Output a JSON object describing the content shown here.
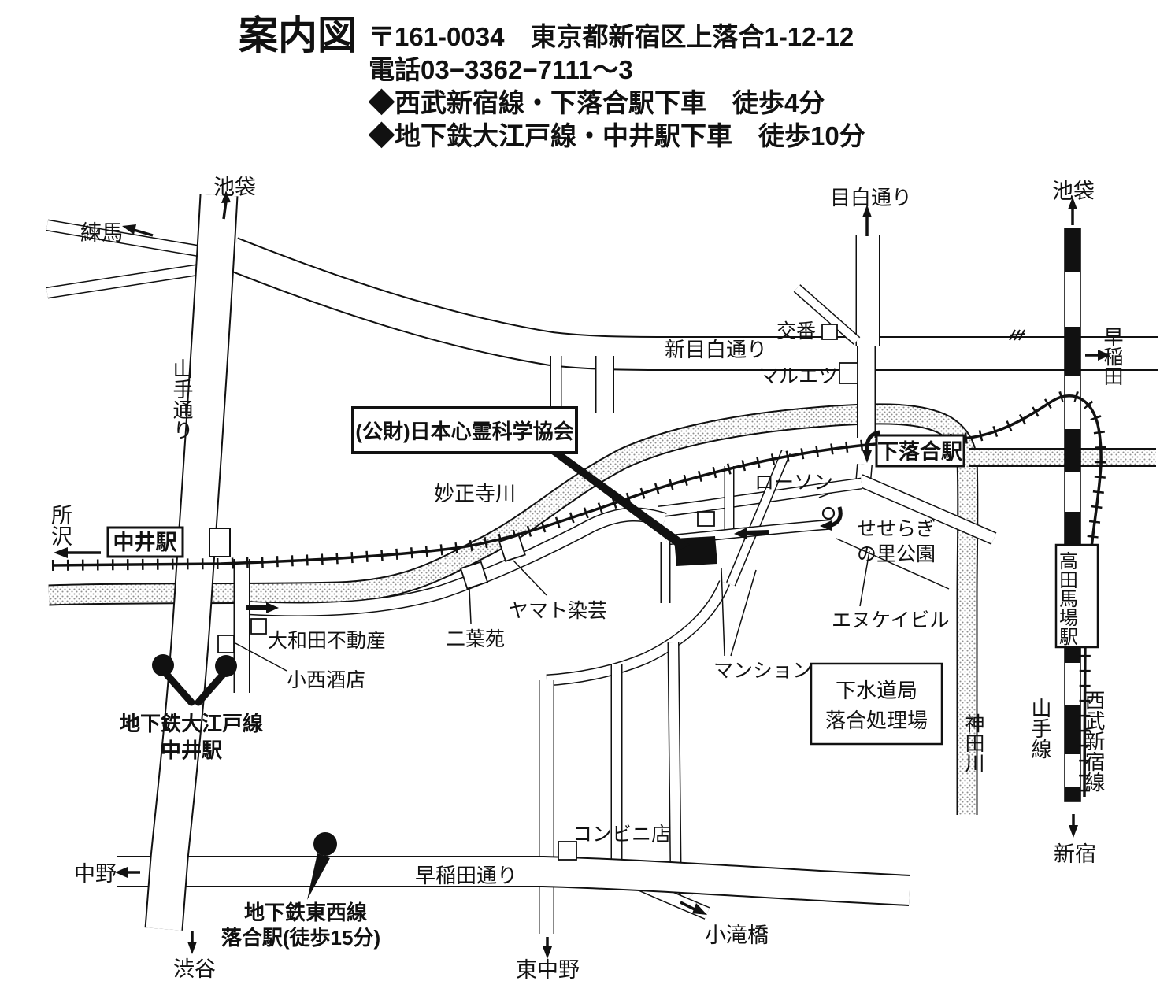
{
  "header": {
    "title": "案内図",
    "address": "〒161-0034　東京都新宿区上落合1-12-12",
    "phone": "電話03−3362−7111〜3",
    "access_seibu": "◆西武新宿線・下落合駅下車　徒歩4分",
    "access_oedo": "◆地下鉄大江戸線・中井駅下車　徒歩10分"
  },
  "map": {
    "destination_label": "(公財)日本心霊科学協会",
    "stations": {
      "nakai": "中井駅",
      "shimo_ochiai": "下落合駅",
      "takadanobaba": "高田馬場駅"
    },
    "subway": {
      "oedo_line1": "地下鉄大江戸線",
      "oedo_line2": "中井駅",
      "tozai_line1": "地下鉄東西線",
      "tozai_line2": "落合駅(徒歩15分)"
    },
    "roads": {
      "yamate": "山手通り",
      "mejiro": "目白通り",
      "shin_mejiro": "新目白通り",
      "waseda": "早稲田通り"
    },
    "rail_lines": {
      "yamanote": "山手線",
      "seibu_shinjuku": "西武新宿線"
    },
    "rivers": {
      "myoshoji": "妙正寺川",
      "kanda": "神田川"
    },
    "directions": {
      "ikebukuro_west": "池袋",
      "nerima": "練馬",
      "tokorozawa": "所沢",
      "nakano": "中野",
      "shibuya": "渋谷",
      "higashi_nakano": "東中野",
      "kotakibashi": "小滝橋",
      "ikebukuro_east": "池袋",
      "waseda": "早稲田",
      "shinjuku": "新宿"
    },
    "landmarks": {
      "koban": "交番",
      "maruetsu": "マルエツ",
      "lawson": "ローソン",
      "seseragi1": "せせらぎ",
      "seseragi2": "の里公園",
      "nk_building": "エヌケイビル",
      "mansion": "マンション",
      "sewage1": "下水道局",
      "sewage2": "落合処理場",
      "owada": "大和田不動産",
      "konishi": "小西酒店",
      "futabaen": "二葉苑",
      "yamato_sengei": "ヤマト染芸",
      "conbini": "コンビニ店"
    }
  }
}
